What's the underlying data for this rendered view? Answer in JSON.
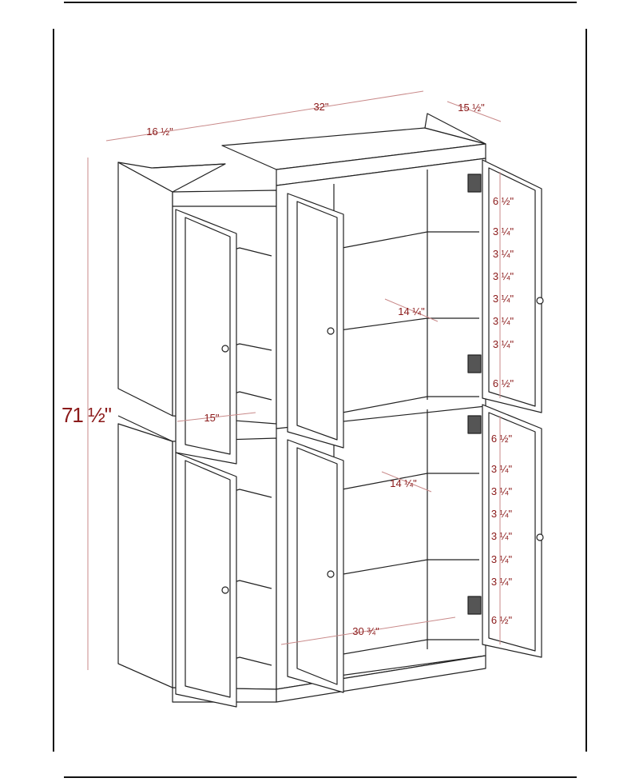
{
  "diagram": {
    "dimensions": {
      "total_width": "32\"",
      "left_width": "16 ½\"",
      "depth": "15 ½\"",
      "height": "71 ½\"",
      "interior_width_small": "15\"",
      "interior_width_large": "30 ¾\"",
      "shelf_width_upper": "14 ¼\"",
      "shelf_width_lower": "14 ¼\""
    },
    "upper_spacing": [
      "6 ½\"",
      "3 ¼\"",
      "3 ¼\"",
      "3 ¼\"",
      "3 ¼\"",
      "3 ¼\"",
      "3 ¼\"",
      "6 ½\""
    ],
    "lower_spacing": [
      "6 ½\"",
      "3 ¼\"",
      "3 ¼\"",
      "3 ¼\"",
      "3 ¼\"",
      "3 ¼\"",
      "3 ¼\"",
      "6 ½\""
    ]
  },
  "colors": {
    "line": "#222222",
    "dimension": "#8b1a1a",
    "arrow": "#c98a8a"
  }
}
